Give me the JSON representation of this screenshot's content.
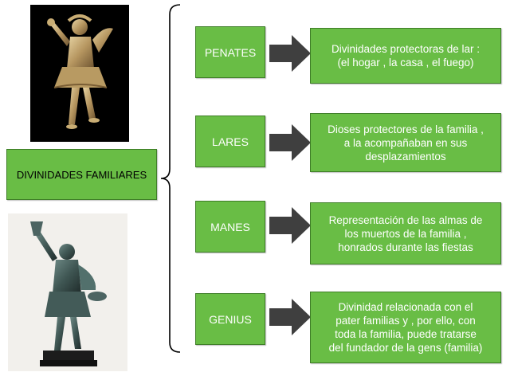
{
  "colors": {
    "box_fill": "#69bd45",
    "box_border": "#3e7d27",
    "arrow_fill": "#3f3f3f",
    "bracket": "#000000"
  },
  "images": {
    "top": "bronze-lar-statue-photo",
    "bottom": "bronze-lar-statue-photo"
  },
  "root": {
    "label": "DIVINIDADES FAMILIARES"
  },
  "items": [
    {
      "label": "PENATES",
      "description": [
        "Divinidades protectoras de lar :",
        "(el hogar , la casa , el fuego)"
      ]
    },
    {
      "label": "LARES",
      "description": [
        "Dioses protectores de la familia ,",
        "a la acompañaban en sus",
        "desplazamientos"
      ]
    },
    {
      "label": "MANES",
      "description": [
        "Representación de las almas de",
        "los muertos de la familia ,",
        "honrados durante las fiestas"
      ]
    },
    {
      "label": "GENIUS",
      "description": [
        "Divinidad relacionada con el",
        "pater familias y , por ello, con",
        "toda la familia, puede tratarse",
        "del fundador de la gens (familia)"
      ]
    }
  ]
}
